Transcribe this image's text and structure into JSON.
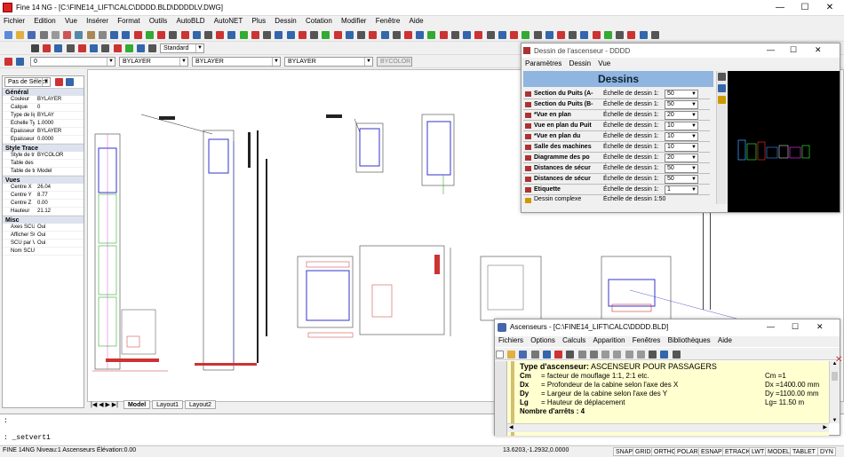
{
  "app": {
    "title": "Fine 14 NG - [C:\\FINE14_LIFT\\CALC\\DDDD.BLD\\DDDDLV.DWG]",
    "menu": [
      "Fichier",
      "Edition",
      "Vue",
      "Insérer",
      "Format",
      "Outils",
      "AutoBLD",
      "AutoNET",
      "Plus",
      "Dessin",
      "Cotation",
      "Modifier",
      "Fenêtre",
      "Aide"
    ]
  },
  "toolbar": {
    "text_style": "Standard",
    "layer": "0",
    "linetype1": "BYLAYER",
    "linetype2": "BYLAYER",
    "lineweight": "BYLAYER",
    "color": "BYCOLOR"
  },
  "properties": {
    "selector": "Pas de Sélecti",
    "sections": [
      {
        "title": "Général",
        "rows": [
          [
            "Couleur",
            "BYLAYER"
          ],
          [
            "Calque",
            "0"
          ],
          [
            "Type de ligne",
            "BYLAY"
          ],
          [
            "Échelle Typ...",
            "1.0000"
          ],
          [
            "Épaisseur li...",
            "BYLAYER"
          ],
          [
            "Épaisseur",
            "0.0000"
          ]
        ]
      },
      {
        "title": "Style Trace",
        "rows": [
          [
            "Style de trace",
            "BYCOLOR"
          ],
          [
            "Table des s...",
            ""
          ],
          [
            "Table de tr...",
            "Model"
          ]
        ]
      },
      {
        "title": "Vues",
        "rows": [
          [
            "Centre X",
            "26.04"
          ],
          [
            "Centre Y",
            "8.77"
          ],
          [
            "Centre Z",
            "0.00"
          ],
          [
            "Hauteur",
            "21.12"
          ]
        ]
      },
      {
        "title": "Misc",
        "rows": [
          [
            "Axes SCU A...",
            "Oui"
          ],
          [
            "Afficher SC...",
            "Oui"
          ],
          [
            "SCU par Vue",
            "Oui"
          ],
          [
            "Nom SCU",
            ""
          ]
        ]
      }
    ]
  },
  "layout_tabs": [
    "Model",
    "Layout1",
    "Layout2"
  ],
  "command": {
    "line1": ":",
    "line2": ": _setvert1"
  },
  "status": {
    "left": "FINE 14NG Niveau:1  Ascenseurs Élévation:0.00",
    "coords": "13.6203,-1.2932,0.0000",
    "buttons": [
      "SNAP",
      "GRID",
      "ORTHO",
      "POLAR",
      "ESNAP",
      "ETRACK",
      "LWT",
      "MODEL",
      "TABLET",
      "DYN"
    ]
  },
  "dessin_dialog": {
    "title": "Dessin de l'ascenseur - DDDD",
    "menu": [
      "Paramètres",
      "Dessin",
      "Vue"
    ],
    "header": "Dessins",
    "rows": [
      {
        "name": "Section du Puits (A-",
        "label": "Échelle de dessin 1:",
        "value": "50"
      },
      {
        "name": "Section du Puits (B-",
        "label": "Échelle de dessin 1:",
        "value": "50"
      },
      {
        "name": "*Vue en plan",
        "label": "Échelle de dessin 1:",
        "value": "20"
      },
      {
        "name": "Vue en plan du Puit",
        "label": "Échelle de dessin 1:",
        "value": "10"
      },
      {
        "name": "*Vue en plan du",
        "label": "Échelle de dessin 1:",
        "value": "10"
      },
      {
        "name": "Salle des machines",
        "label": "Échelle de dessin 1:",
        "value": "10"
      },
      {
        "name": "Diagramme des po",
        "label": "Échelle de dessin 1:",
        "value": "20"
      },
      {
        "name": "Distances de sécur",
        "label": "Échelle de dessin 1:",
        "value": "50"
      },
      {
        "name": "Distances de sécur",
        "label": "Échelle de dessin 1:",
        "value": "50"
      },
      {
        "name": "Etiquette",
        "label": "Échelle de dessin 1:",
        "value": "1"
      }
    ],
    "footer_name": "Dessin complexe",
    "footer_label": "Échelle de dessin 1:50"
  },
  "asc_dialog": {
    "title": "Ascenseurs - [C:\\FINE14_LIFT\\CALC\\DDDD.BLD]",
    "menu": [
      "Fichiers",
      "Options",
      "Calculs",
      "Apparition",
      "Fenêtres",
      "Bibliothèques",
      "Aide"
    ],
    "type_label": "Type d'ascenseur:",
    "type_value": "ASCENSEUR POUR PASSAGERS",
    "lines": [
      {
        "sym": "Cm",
        "desc": "= facteur de mouflage 1:1, 2:1 etc.",
        "val": "Cm =1"
      },
      {
        "sym": "Dx",
        "desc": "= Profondeur de la cabine selon l'axe des X",
        "val": "Dx =1400.00 mm"
      },
      {
        "sym": "Dy",
        "desc": "= Largeur de la cabine selon l'axe des Y",
        "val": "Dy =1100.00 mm"
      },
      {
        "sym": "Lg",
        "desc": "= Hauteur de déplacement",
        "val": "Lg= 11.50 m"
      }
    ],
    "stops_label": "Nombre d'arrêts :",
    "stops_value": "4"
  }
}
